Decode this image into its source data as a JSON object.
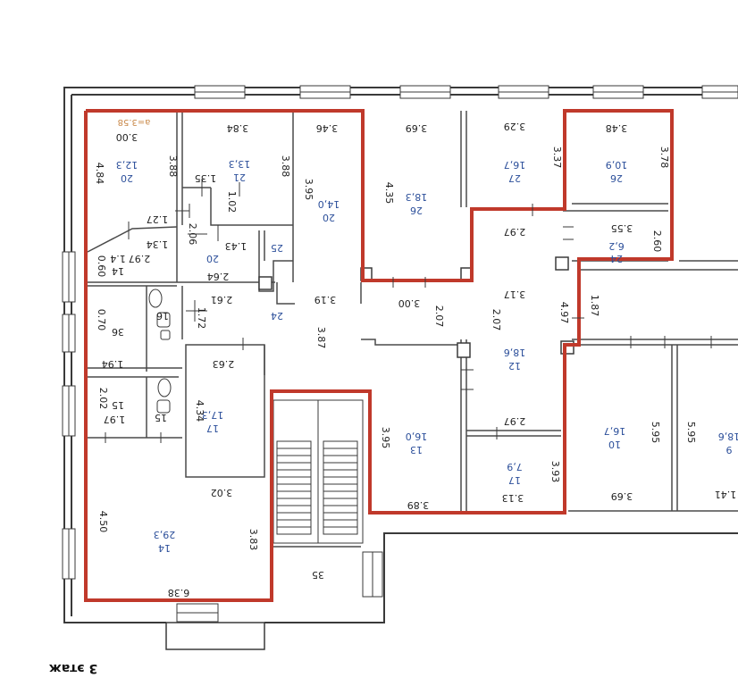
{
  "floor_label": "3 этаж",
  "ceiling_height": "a=3.58",
  "rooms": [
    {
      "id": "r20a",
      "number": "20",
      "area": "12,3"
    },
    {
      "id": "r21",
      "number": "21",
      "area": "13,3"
    },
    {
      "id": "r20b",
      "number": "20",
      "area": "14,0"
    },
    {
      "id": "r26a",
      "number": "26",
      "area": "18,3"
    },
    {
      "id": "r27",
      "number": "27",
      "area": "16,7"
    },
    {
      "id": "r26b",
      "number": "26",
      "area": "10,9"
    },
    {
      "id": "r24a",
      "number": "24",
      "area": "6,2"
    },
    {
      "id": "r20c",
      "number": "20",
      "area": ""
    },
    {
      "id": "r25",
      "number": "25",
      "area": ""
    },
    {
      "id": "r14a",
      "number": "14",
      "area": ""
    },
    {
      "id": "r16",
      "number": "16",
      "area": ""
    },
    {
      "id": "r36",
      "number": "36",
      "area": ""
    },
    {
      "id": "r24b",
      "number": "24",
      "area": ""
    },
    {
      "id": "r12",
      "number": "12",
      "area": "18,6"
    },
    {
      "id": "r15a",
      "number": "15",
      "area": ""
    },
    {
      "id": "r15b",
      "number": "15",
      "area": ""
    },
    {
      "id": "r17a",
      "number": "17",
      "area": "17,3"
    },
    {
      "id": "r13",
      "number": "13",
      "area": "16,0"
    },
    {
      "id": "r17b",
      "number": "17",
      "area": "7,9"
    },
    {
      "id": "r10",
      "number": "10",
      "area": "16,7"
    },
    {
      "id": "r9",
      "number": "9",
      "area": "18,6"
    },
    {
      "id": "r14b",
      "number": "14",
      "area": "29,3"
    },
    {
      "id": "r35",
      "number": "35",
      "area": ""
    }
  ],
  "dimensions": [
    {
      "id": "d01",
      "text": "3.00"
    },
    {
      "id": "d02",
      "text": "3.84"
    },
    {
      "id": "d03",
      "text": "3.46"
    },
    {
      "id": "d04",
      "text": "3.69"
    },
    {
      "id": "d05",
      "text": "3.29"
    },
    {
      "id": "d06",
      "text": "3.48"
    },
    {
      "id": "d07",
      "text": "4.84"
    },
    {
      "id": "d08",
      "text": "3.88"
    },
    {
      "id": "d09",
      "text": "3.88"
    },
    {
      "id": "d10",
      "text": "3.95"
    },
    {
      "id": "d11",
      "text": "4.35"
    },
    {
      "id": "d12",
      "text": "3.37"
    },
    {
      "id": "d13",
      "text": "3.78"
    },
    {
      "id": "d14",
      "text": "1.35"
    },
    {
      "id": "d15",
      "text": "1.02"
    },
    {
      "id": "d16",
      "text": "1.27"
    },
    {
      "id": "d17",
      "text": "2.06"
    },
    {
      "id": "d18",
      "text": "1.34"
    },
    {
      "id": "d19",
      "text": "1.43"
    },
    {
      "id": "d20",
      "text": "2.97"
    },
    {
      "id": "d21",
      "text": "2.97"
    },
    {
      "id": "d22",
      "text": "3.55"
    },
    {
      "id": "d23",
      "text": "2.60"
    },
    {
      "id": "d24",
      "text": "0.60"
    },
    {
      "id": "d25",
      "text": "2.64"
    },
    {
      "id": "d26",
      "text": "2.61"
    },
    {
      "id": "d27",
      "text": "3.19"
    },
    {
      "id": "d28",
      "text": "3.00"
    },
    {
      "id": "d29",
      "text": "2.07"
    },
    {
      "id": "d30",
      "text": "2.07"
    },
    {
      "id": "d31",
      "text": "3.17"
    },
    {
      "id": "d32",
      "text": "4.97"
    },
    {
      "id": "d33",
      "text": "1.87"
    },
    {
      "id": "d34",
      "text": "0.70"
    },
    {
      "id": "d35",
      "text": "1.72"
    },
    {
      "id": "d36",
      "text": "3.87"
    },
    {
      "id": "d37",
      "text": "1.94"
    },
    {
      "id": "d38",
      "text": "2.63"
    },
    {
      "id": "d39",
      "text": "2.02"
    },
    {
      "id": "d40",
      "text": "4.34"
    },
    {
      "id": "d41",
      "text": "1.97"
    },
    {
      "id": "d42",
      "text": "3.95"
    },
    {
      "id": "d43",
      "text": "2.97"
    },
    {
      "id": "d44",
      "text": "3.02"
    },
    {
      "id": "d45",
      "text": "5.95"
    },
    {
      "id": "d46",
      "text": "5.95"
    },
    {
      "id": "d47",
      "text": "3.93"
    },
    {
      "id": "d48",
      "text": "3.13"
    },
    {
      "id": "d49",
      "text": "3.89"
    },
    {
      "id": "d50",
      "text": "3.69"
    },
    {
      "id": "d51",
      "text": "1.41"
    },
    {
      "id": "d52",
      "text": "4.50"
    },
    {
      "id": "d53",
      "text": "3.83"
    },
    {
      "id": "d54",
      "text": "6.38"
    },
    {
      "id": "d55",
      "text": "1.4"
    }
  ]
}
